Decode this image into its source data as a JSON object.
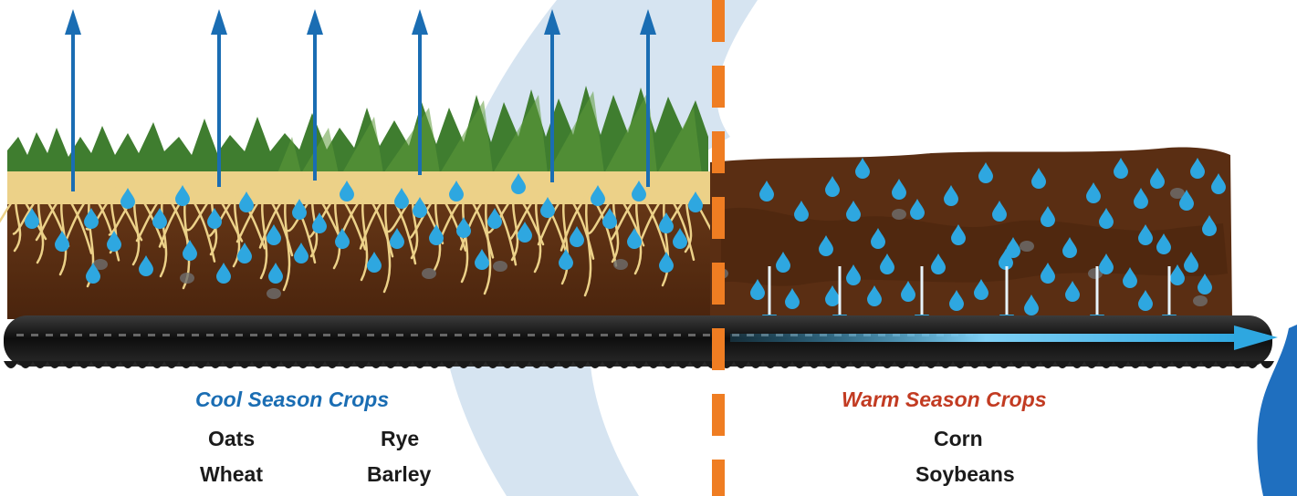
{
  "colors": {
    "cool": "#1a6db3",
    "warm": "#c23b22",
    "crop_text": "#1b1b1b",
    "background_swoosh": "#d6e4f1",
    "divider": "#ef7d22",
    "grass": "#3f7d2f",
    "grass_light": "#5f9a3a",
    "soil": "#5a2e13",
    "soil_dark": "#3d1d0a",
    "roots": "#ecd188",
    "water_drop": "#2ea7e0",
    "arrow_up": "#1a6db3",
    "tile_pipe": "#1c1c1c",
    "pipe_flow": "#2ea7e0",
    "outflow": "#1f6fbf"
  },
  "left": {
    "heading": "Cool Season Crops",
    "crops": [
      "Oats",
      "Rye",
      "Wheat",
      "Barley"
    ],
    "icon": "transpiration-arrow-icon"
  },
  "right": {
    "heading": "Warm Season Crops",
    "crops": [
      "Corn",
      "Soybeans"
    ],
    "icon": "drainage-arrow-icon"
  }
}
